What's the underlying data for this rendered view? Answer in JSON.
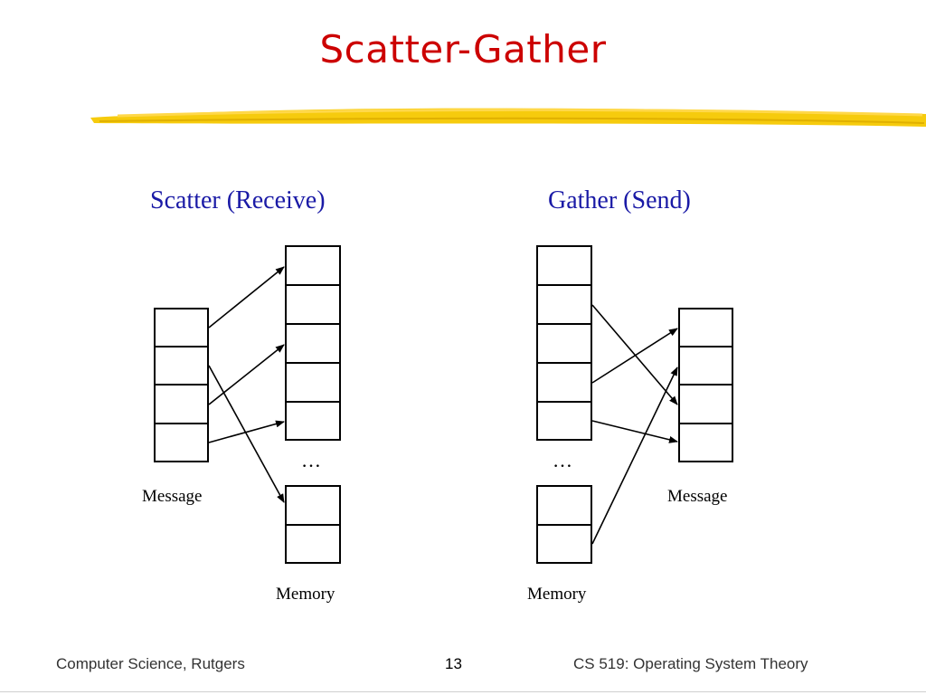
{
  "slide": {
    "title": "Scatter-Gather",
    "highlight_color": "#f2c300"
  },
  "diagram": {
    "scatter": {
      "heading": "Scatter (Receive)",
      "message_label": "Message",
      "memory_label": "Memory",
      "ellipsis": "…"
    },
    "gather": {
      "heading": "Gather (Send)",
      "message_label": "Message",
      "memory_label": "Memory",
      "ellipsis": "…"
    }
  },
  "footer": {
    "left": "Computer Science, Rutgers",
    "page_number": "13",
    "right": "CS 519: Operating System Theory"
  }
}
